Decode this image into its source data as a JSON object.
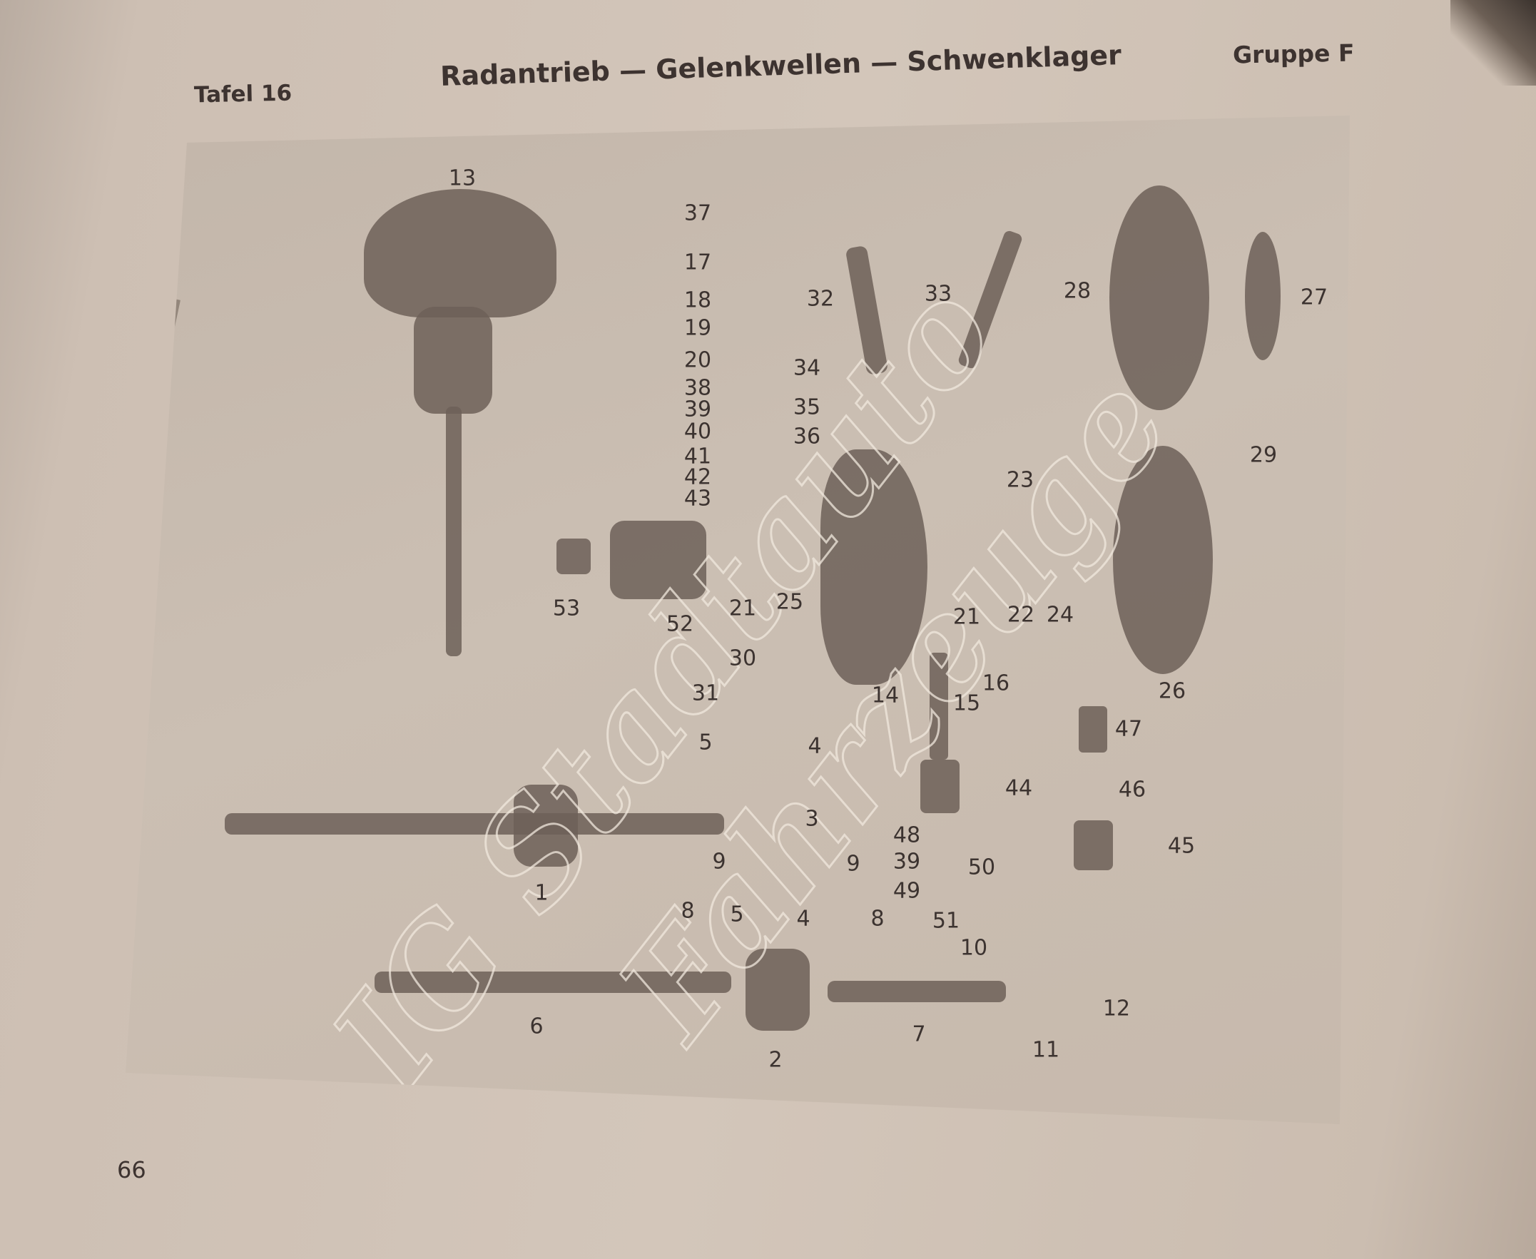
{
  "header": {
    "plate": "Tafel 16",
    "title": "Radantrieb — Gelenkwellen — Schwenklager",
    "group": "Gruppe F"
  },
  "page_number": "66",
  "watermark": [
    "IG Stadtauto",
    "Fahrzeuge"
  ],
  "part_labels": [
    "13",
    "37",
    "17",
    "18",
    "19",
    "20",
    "38",
    "39",
    "40",
    "41",
    "42",
    "43",
    "32",
    "34",
    "35",
    "36",
    "33",
    "28",
    "27",
    "29",
    "23",
    "53",
    "52",
    "21",
    "25",
    "30",
    "21",
    "22",
    "24",
    "14",
    "15",
    "16",
    "26",
    "31",
    "5",
    "4",
    "47",
    "44",
    "46",
    "3",
    "48",
    "45",
    "39",
    "1",
    "9",
    "9",
    "50",
    "49",
    "8",
    "5",
    "4",
    "8",
    "51",
    "10",
    "6",
    "12",
    "7",
    "11",
    "2"
  ]
}
